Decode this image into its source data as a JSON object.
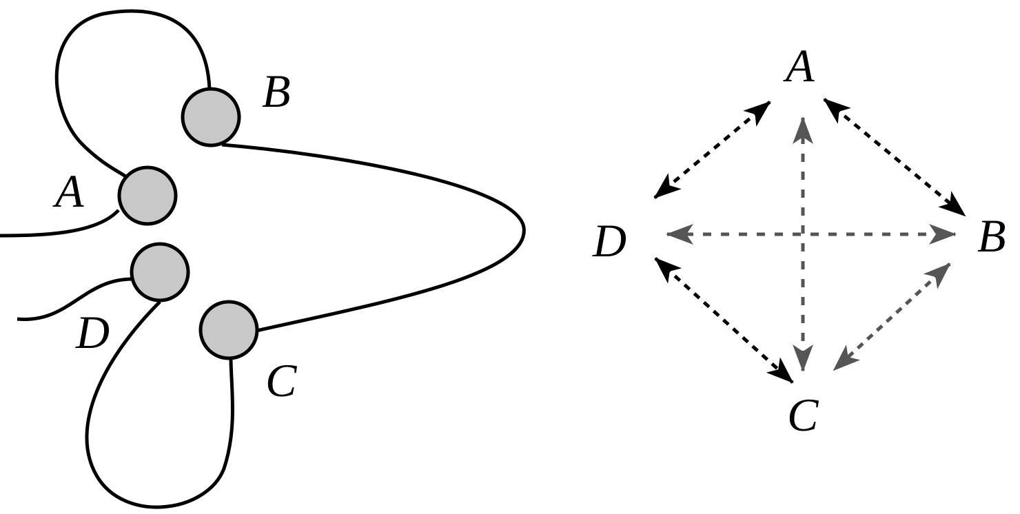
{
  "left_diagram": {
    "labels": {
      "A": "A",
      "B": "B",
      "C": "C",
      "D": "D"
    }
  },
  "right_diagram": {
    "labels": {
      "A": "A",
      "B": "B",
      "C": "C",
      "D": "D"
    },
    "edges": [
      {
        "from": "A",
        "to": "D",
        "color": "#000000"
      },
      {
        "from": "A",
        "to": "B",
        "color": "#000000"
      },
      {
        "from": "D",
        "to": "C",
        "color": "#000000"
      },
      {
        "from": "B",
        "to": "C",
        "color": "#555555"
      },
      {
        "from": "A",
        "to": "C",
        "color": "#555555"
      },
      {
        "from": "D",
        "to": "B",
        "color": "#555555"
      }
    ]
  }
}
